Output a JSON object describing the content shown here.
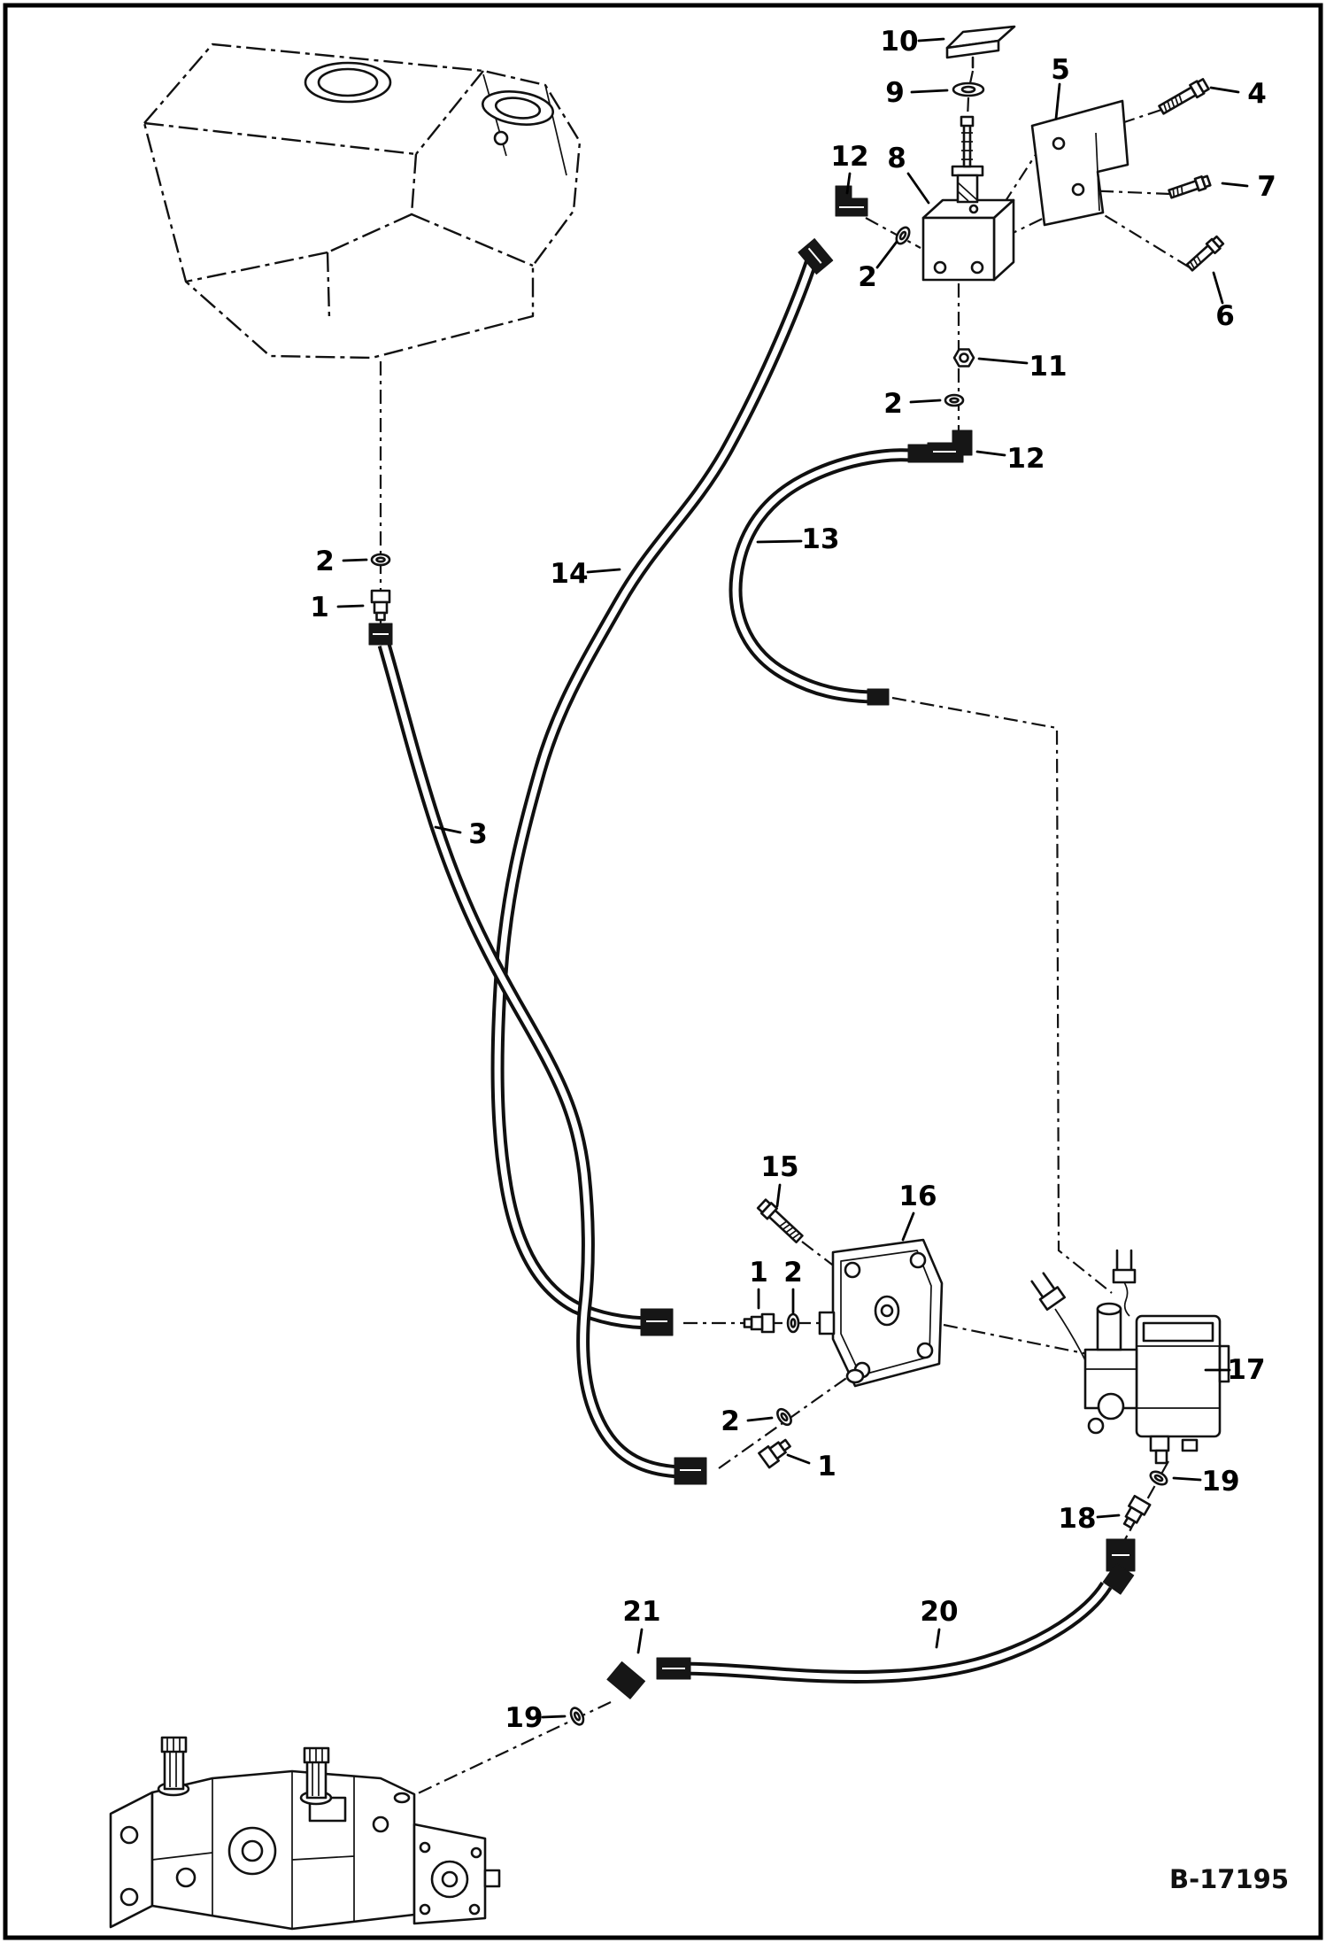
{
  "figure": {
    "reference": "B-17195",
    "kind": "exploded-parts-diagram",
    "subject": "hydraulic-hose-routing"
  },
  "callouts": [
    {
      "id": "10",
      "label": "10"
    },
    {
      "id": "9",
      "label": "9"
    },
    {
      "id": "5",
      "label": "5"
    },
    {
      "id": "4",
      "label": "4"
    },
    {
      "id": "12a",
      "label": "12"
    },
    {
      "id": "8",
      "label": "8"
    },
    {
      "id": "7",
      "label": "7"
    },
    {
      "id": "2a",
      "label": "2"
    },
    {
      "id": "6",
      "label": "6"
    },
    {
      "id": "11",
      "label": "11"
    },
    {
      "id": "2b",
      "label": "2"
    },
    {
      "id": "12b",
      "label": "12"
    },
    {
      "id": "13",
      "label": "13"
    },
    {
      "id": "14",
      "label": "14"
    },
    {
      "id": "2c",
      "label": "2"
    },
    {
      "id": "1a",
      "label": "1"
    },
    {
      "id": "3",
      "label": "3"
    },
    {
      "id": "15",
      "label": "15"
    },
    {
      "id": "16",
      "label": "16"
    },
    {
      "id": "1b",
      "label": "1"
    },
    {
      "id": "2d",
      "label": "2"
    },
    {
      "id": "17",
      "label": "17"
    },
    {
      "id": "2e",
      "label": "2"
    },
    {
      "id": "1c",
      "label": "1"
    },
    {
      "id": "19a",
      "label": "19"
    },
    {
      "id": "18",
      "label": "18"
    },
    {
      "id": "21",
      "label": "21"
    },
    {
      "id": "20",
      "label": "20"
    },
    {
      "id": "19b",
      "label": "19"
    }
  ]
}
